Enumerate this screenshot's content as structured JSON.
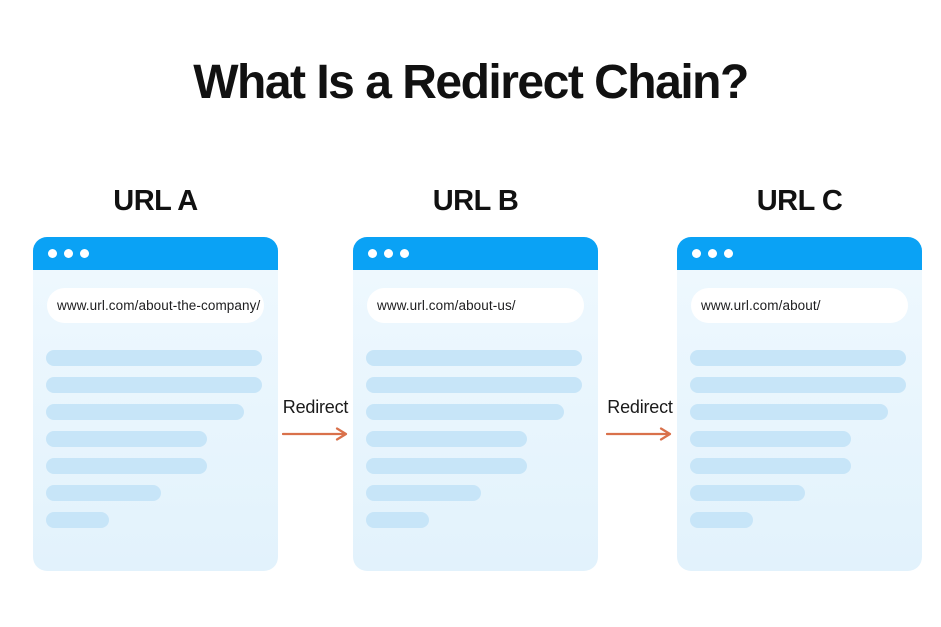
{
  "title": "What Is a Redirect Chain?",
  "windows": [
    {
      "label": "URL A",
      "url": "www.url.com/about-the-company/",
      "content_line_widths": [
        216,
        216,
        198,
        161,
        161,
        115,
        63
      ]
    },
    {
      "label": "URL B",
      "url": "www.url.com/about-us/",
      "content_line_widths": [
        216,
        216,
        198,
        161,
        161,
        115,
        63
      ]
    },
    {
      "label": "URL C",
      "url": "www.url.com/about/",
      "content_line_widths": [
        216,
        216,
        198,
        161,
        161,
        115,
        63
      ]
    }
  ],
  "connectors": [
    {
      "label": "Redirect"
    },
    {
      "label": "Redirect"
    }
  ],
  "colors": {
    "titlebar_blue": "#0aa2f5",
    "window_body_top": "#eef8fe",
    "window_body_bottom": "#e2f2fc",
    "content_bar": "#c7e5f8",
    "arrow_orange": "#d9714b",
    "text_black": "#111111"
  }
}
